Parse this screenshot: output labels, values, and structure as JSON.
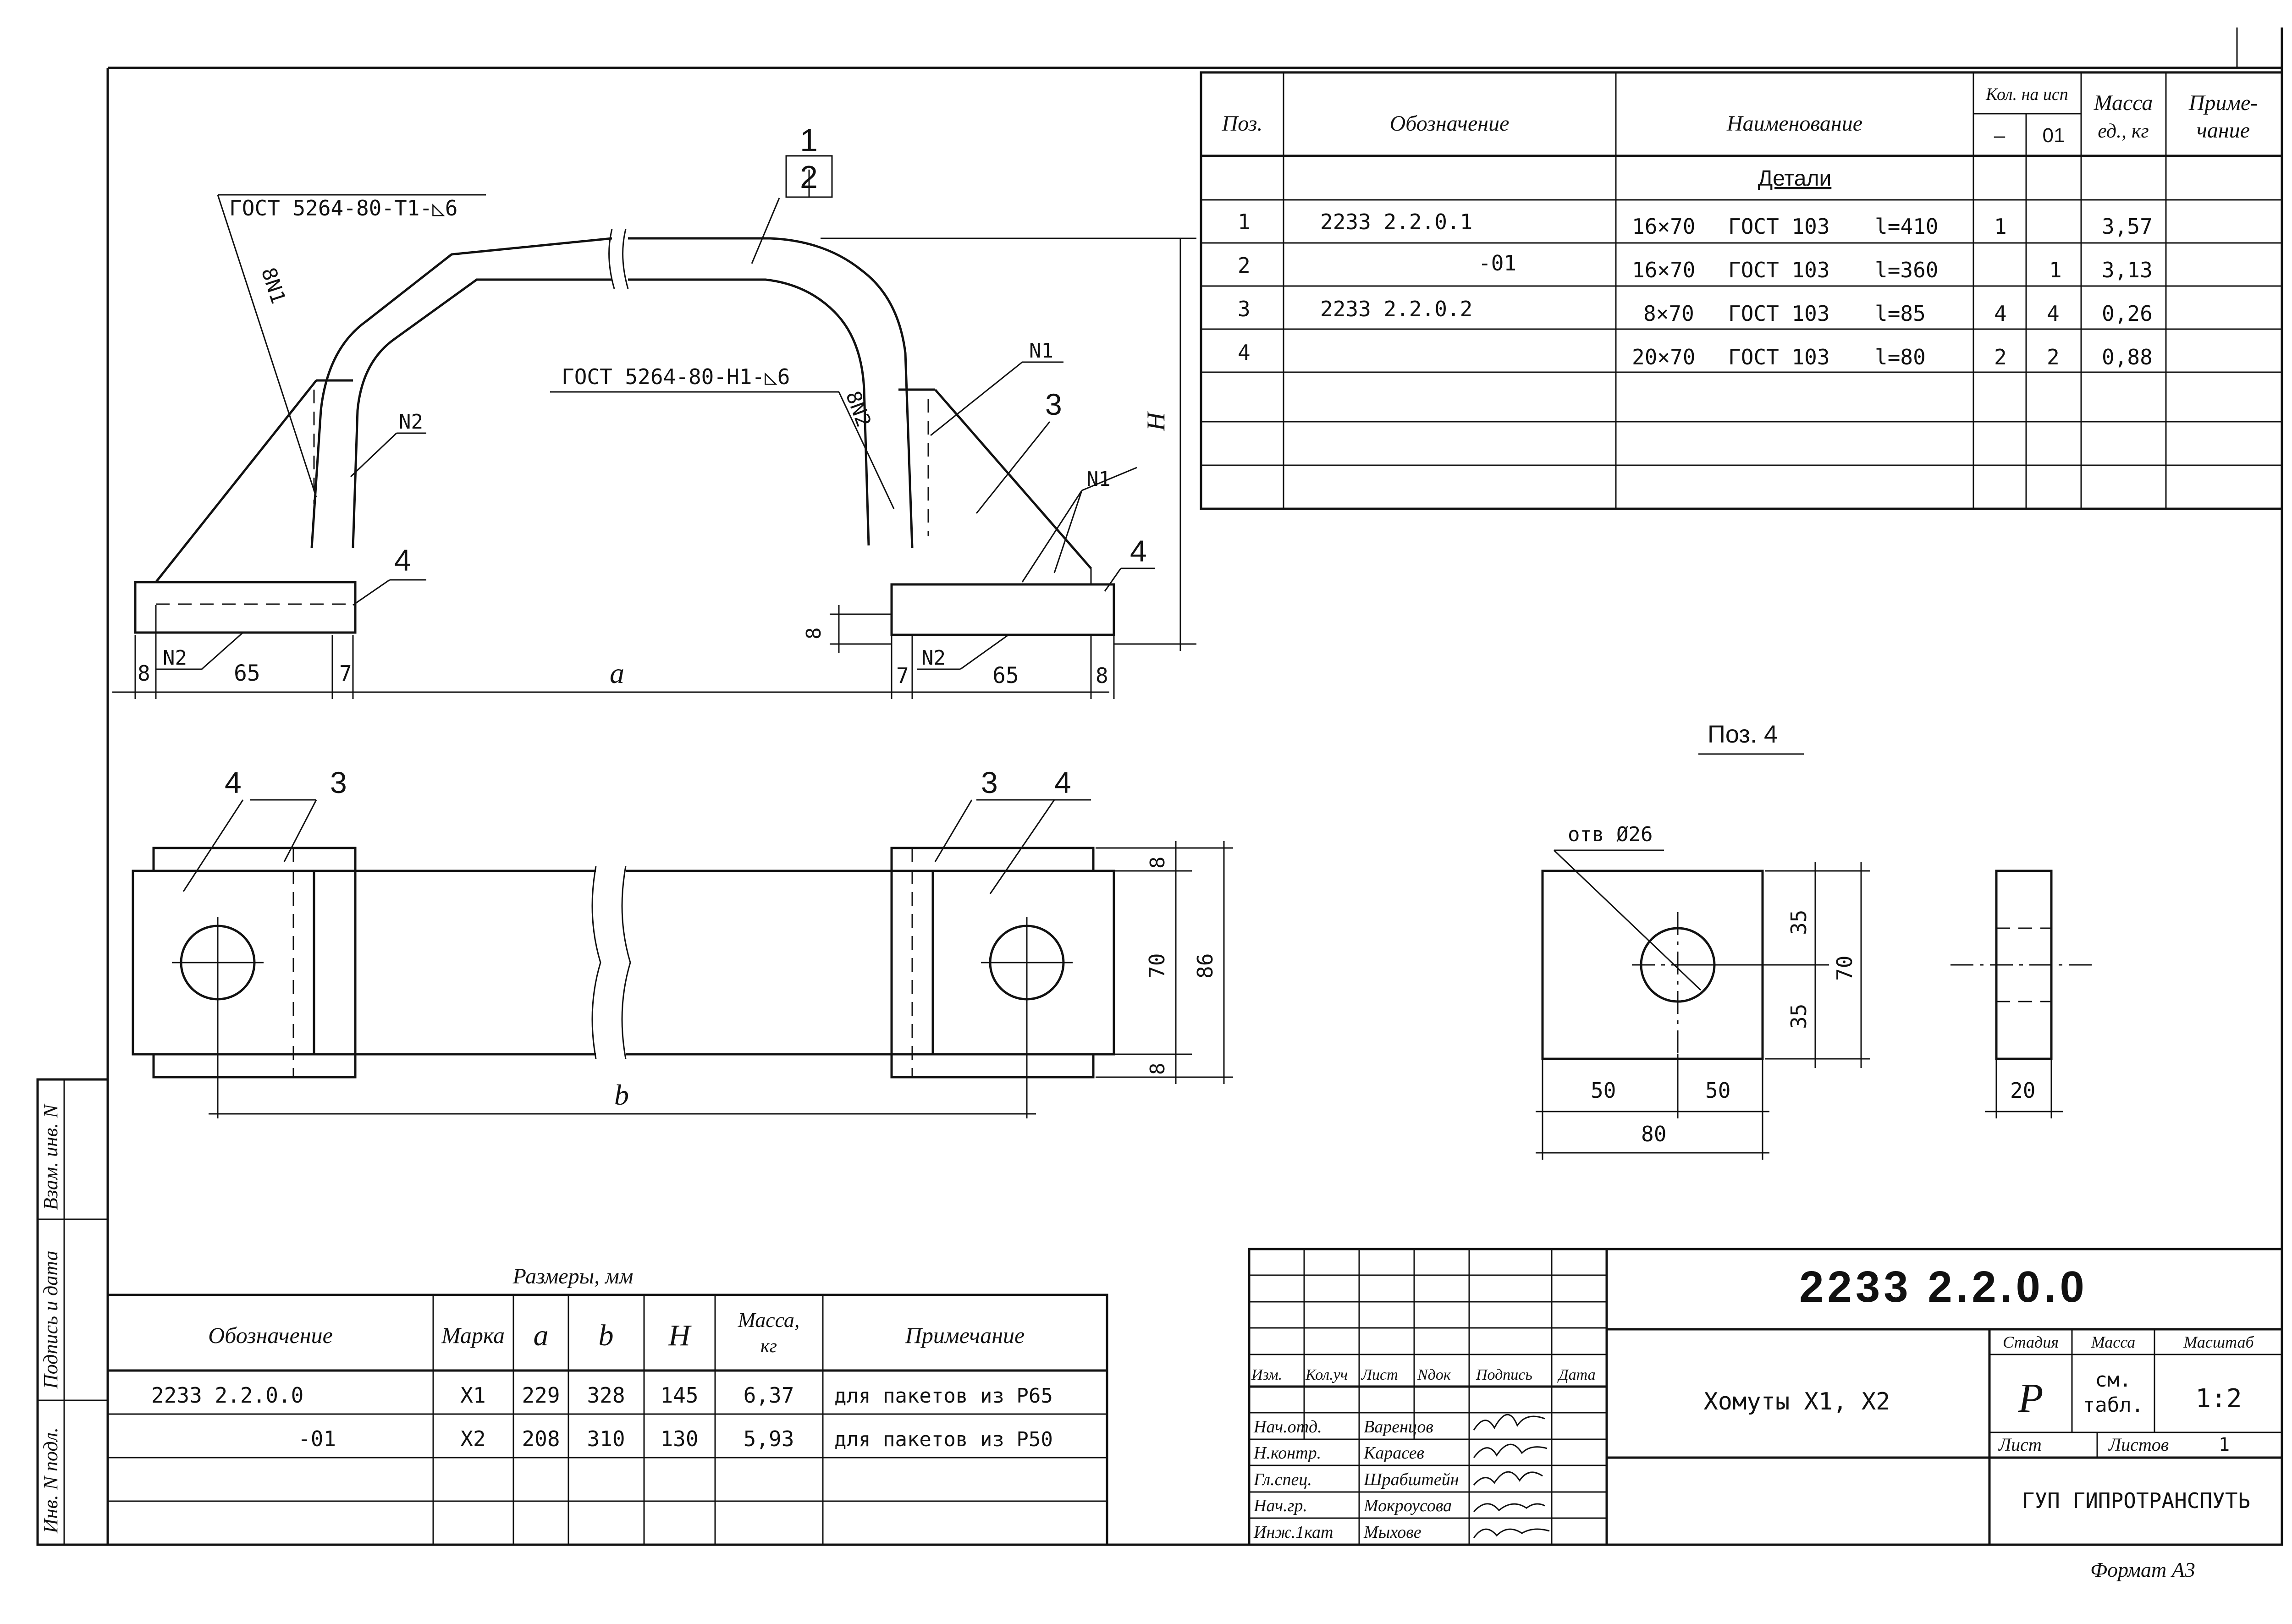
{
  "spec_table": {
    "headers": {
      "pos": "Поз.",
      "designation": "Обозначение",
      "name": "Наименование",
      "qty": "Кол. на исп",
      "qty_a": "–",
      "qty_b": "01",
      "mass": "Масса",
      "mass_unit": "ед., кг",
      "note_1": "Приме-",
      "note_2": "чание"
    },
    "section": "Детали",
    "rows": [
      {
        "pos": "1",
        "designation": "2233 2.2.0.1",
        "size": "16×70",
        "gost": "ГОСТ 103",
        "length": "l=410",
        "qty_a": "1",
        "qty_b": "",
        "mass": "3,57"
      },
      {
        "pos": "2",
        "designation": "-01",
        "size": "16×70",
        "gost": "ГОСТ 103",
        "length": "l=360",
        "qty_a": "",
        "qty_b": "1",
        "mass": "3,13"
      },
      {
        "pos": "3",
        "designation": "2233 2.2.0.2",
        "size": "8×70",
        "gost": "ГОСТ 103",
        "length": "l=85",
        "qty_a": "4",
        "qty_b": "4",
        "mass": "0,26"
      },
      {
        "pos": "4",
        "designation": "",
        "size": "20×70",
        "gost": "ГОСТ 103",
        "length": "l=80",
        "qty_a": "2",
        "qty_b": "2",
        "mass": "0,88"
      }
    ]
  },
  "drawing": {
    "weld_1": "ГОСТ 5264-80-Т1-◺6",
    "weld_2": "ГОСТ 5264-80-Н1-◺6",
    "labels": {
      "p1": "1",
      "p2": "2",
      "p3": "3",
      "p4": "4",
      "n1": "N1",
      "n2": "N2",
      "n1_rot": "8N1",
      "n2_rot": "8N2",
      "dim_8": "8",
      "dim_65": "65",
      "dim_7": "7",
      "dim_a": "a",
      "dim_H": "H",
      "dim_70": "70",
      "dim_86": "86",
      "dim_b": "b"
    },
    "pos4": {
      "title": "Поз. 4",
      "hole": "отв Ø26",
      "d35a": "35",
      "d35b": "35",
      "d70": "70",
      "d50a": "50",
      "d50b": "50",
      "d80": "80",
      "d20": "20"
    }
  },
  "size_table": {
    "caption": "Размеры, мм",
    "headers": {
      "designation": "Обозначение",
      "mark": "Марка",
      "a": "a",
      "b": "b",
      "H": "H",
      "mass": "Масса,",
      "mass_unit": "кг",
      "note": "Примечание"
    },
    "rows": [
      {
        "designation": "2233 2.2.0.0",
        "mark": "X1",
        "a": "229",
        "b": "328",
        "H": "145",
        "mass": "6,37",
        "note": "для пакетов из Р65"
      },
      {
        "designation": "-01",
        "mark": "X2",
        "a": "208",
        "b": "310",
        "H": "130",
        "mass": "5,93",
        "note": "для пакетов из Р50"
      }
    ]
  },
  "title_block": {
    "code": "2233 2.2.0.0",
    "title": "Хомуты X1, X2",
    "cols": {
      "izm": "Изм.",
      "kol": "Кол.уч",
      "list": "Лист",
      "ndok": "Nдок",
      "podpis": "Подпись",
      "data": "Дата"
    },
    "people": [
      {
        "role": "Нач.отд.",
        "name": "Варенцов"
      },
      {
        "role": "Н.контр.",
        "name": "Карасев"
      },
      {
        "role": "Гл.спец.",
        "name": "Шрабштейн"
      },
      {
        "role": "Нач.гр.",
        "name": "Мокроусова"
      },
      {
        "role": "Инж.1кат",
        "name": "Мыхове"
      }
    ],
    "stage_label": "Стадия",
    "mass_label": "Масса",
    "scale_label": "Масштаб",
    "stage": "Р",
    "mass_1": "см.",
    "mass_2": "табл.",
    "scale": "1:2",
    "sheet_label": "Лист",
    "sheets_label": "Листов",
    "sheets": "1",
    "org": "ГУП ГИПРОТРАНСПУТЬ"
  },
  "side_stamp": {
    "inv_podl": "Инв. N подл.",
    "podpis_data": "Подпись и дата",
    "vzam_inv": "Взам. инв. N"
  },
  "format": "Формат А3"
}
